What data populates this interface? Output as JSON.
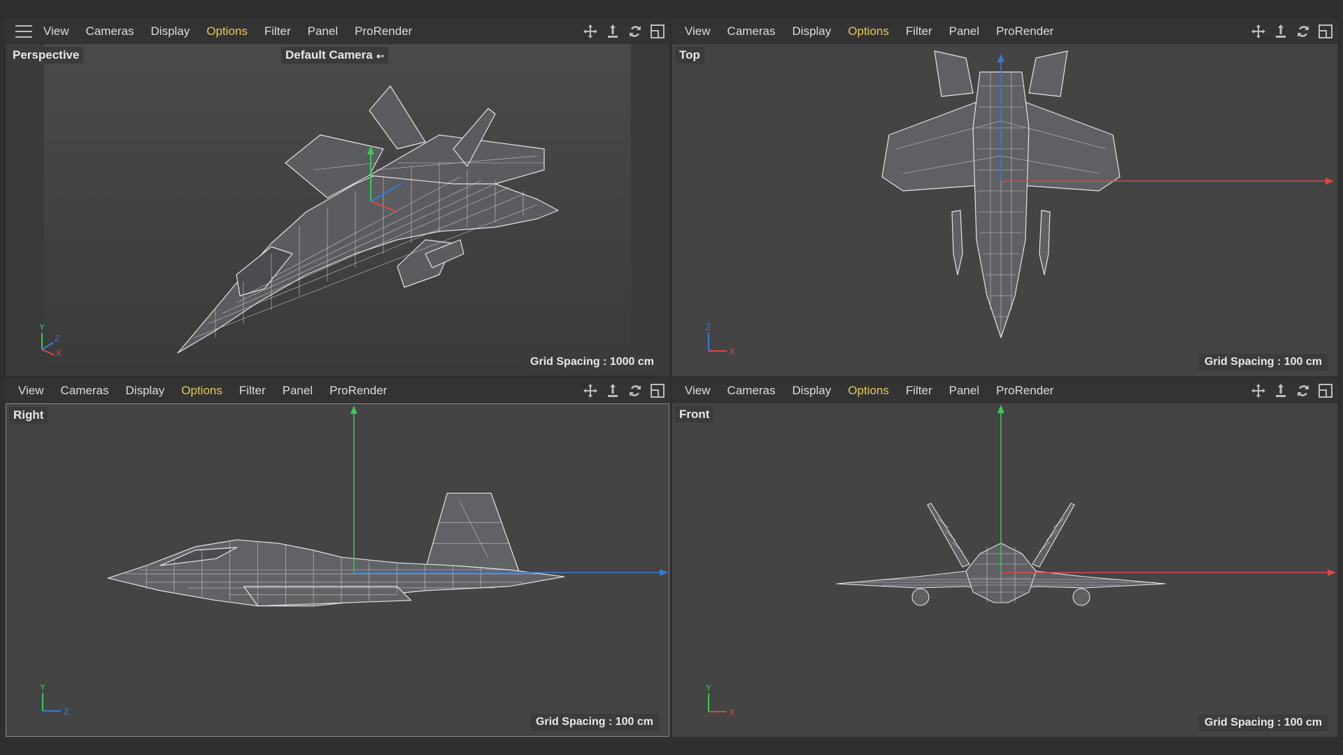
{
  "menu": [
    "View",
    "Cameras",
    "Display",
    "Options",
    "Filter",
    "Panel",
    "ProRender"
  ],
  "highlight_item": "Options",
  "colors": {
    "axis_x": "#d84a4a",
    "axis_y": "#3cc85a",
    "axis_z": "#3a78d8",
    "menu_highlight": "#e6c85a",
    "viewport_bg": "#444444"
  },
  "icons": [
    "move-view-icon",
    "zoom-view-icon",
    "rotate-view-icon",
    "maximize-view-icon",
    "hamburger-menu-icon",
    "camera-icon"
  ],
  "viewports": [
    {
      "id": "perspective",
      "label": "Perspective",
      "camera": "Default Camera",
      "grid": "Grid Spacing : 1000 cm",
      "gizmo": [
        "Y",
        "Z",
        "X"
      ]
    },
    {
      "id": "top",
      "label": "Top",
      "grid": "Grid Spacing : 100 cm",
      "gizmo": [
        "Z",
        "X"
      ]
    },
    {
      "id": "right",
      "label": "Right",
      "grid": "Grid Spacing : 100 cm",
      "gizmo": [
        "Y",
        "Z"
      ]
    },
    {
      "id": "front",
      "label": "Front",
      "grid": "Grid Spacing : 100 cm",
      "gizmo": [
        "Y",
        "X"
      ]
    }
  ]
}
